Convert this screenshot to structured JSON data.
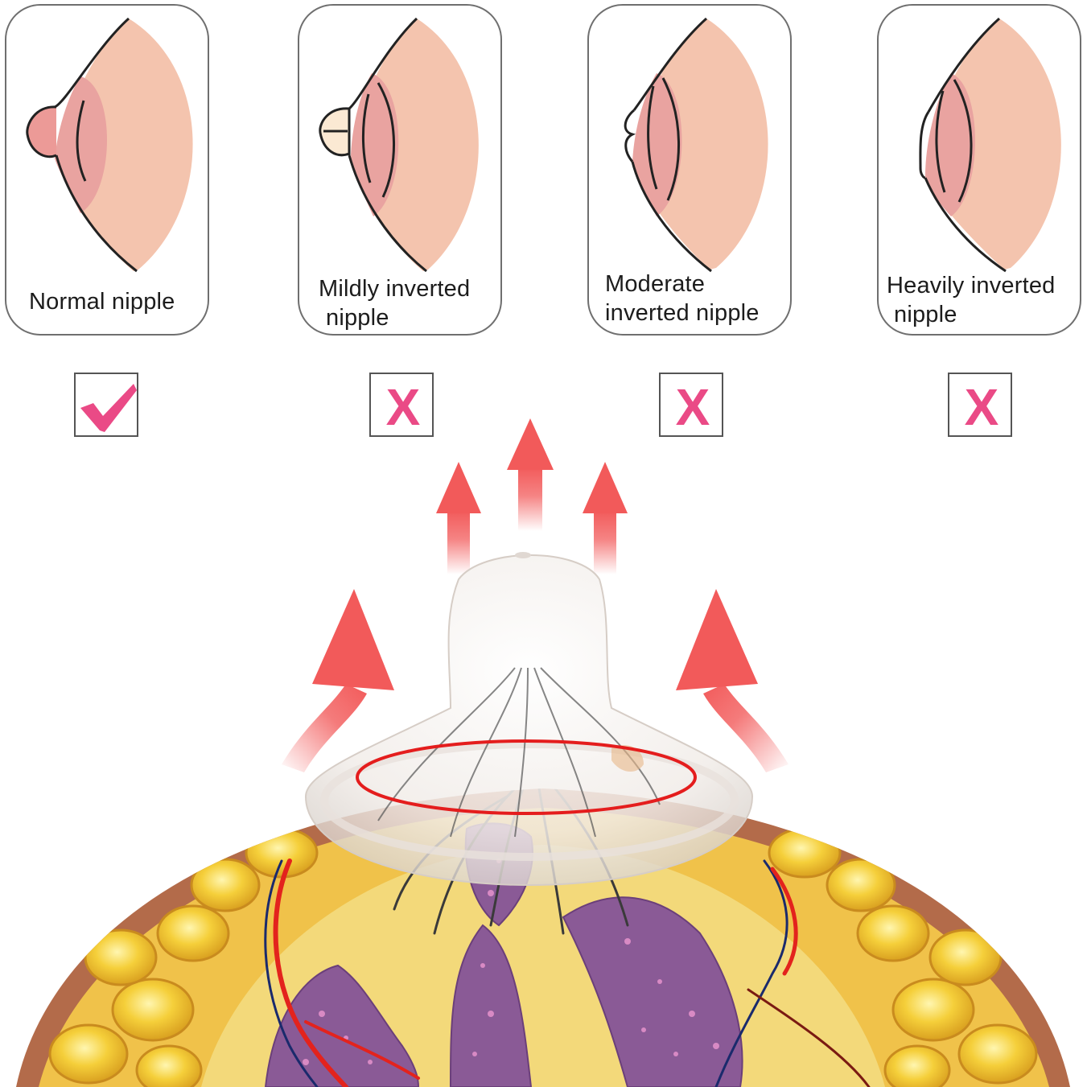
{
  "types": [
    {
      "lines": [
        "Normal nipple"
      ],
      "verdict": "check"
    },
    {
      "lines": [
        "Mildly inverted",
        "nipple"
      ],
      "verdict": "x"
    },
    {
      "lines": [
        "Moderate",
        "inverted nipple"
      ],
      "verdict": "x"
    },
    {
      "lines": [
        "Heavily inverted",
        "nipple"
      ],
      "verdict": "x"
    }
  ],
  "verdict_glyphs": {
    "x": "X"
  },
  "colors": {
    "accent": "#ea4a86",
    "skin": "#f4c4ae",
    "areola": "#eb9a98",
    "arrow": "#f25a5a",
    "ring": "#e41d1d"
  },
  "icons": [
    "check-icon",
    "x-icon",
    "up-arrow-icon",
    "nipple-shield"
  ]
}
